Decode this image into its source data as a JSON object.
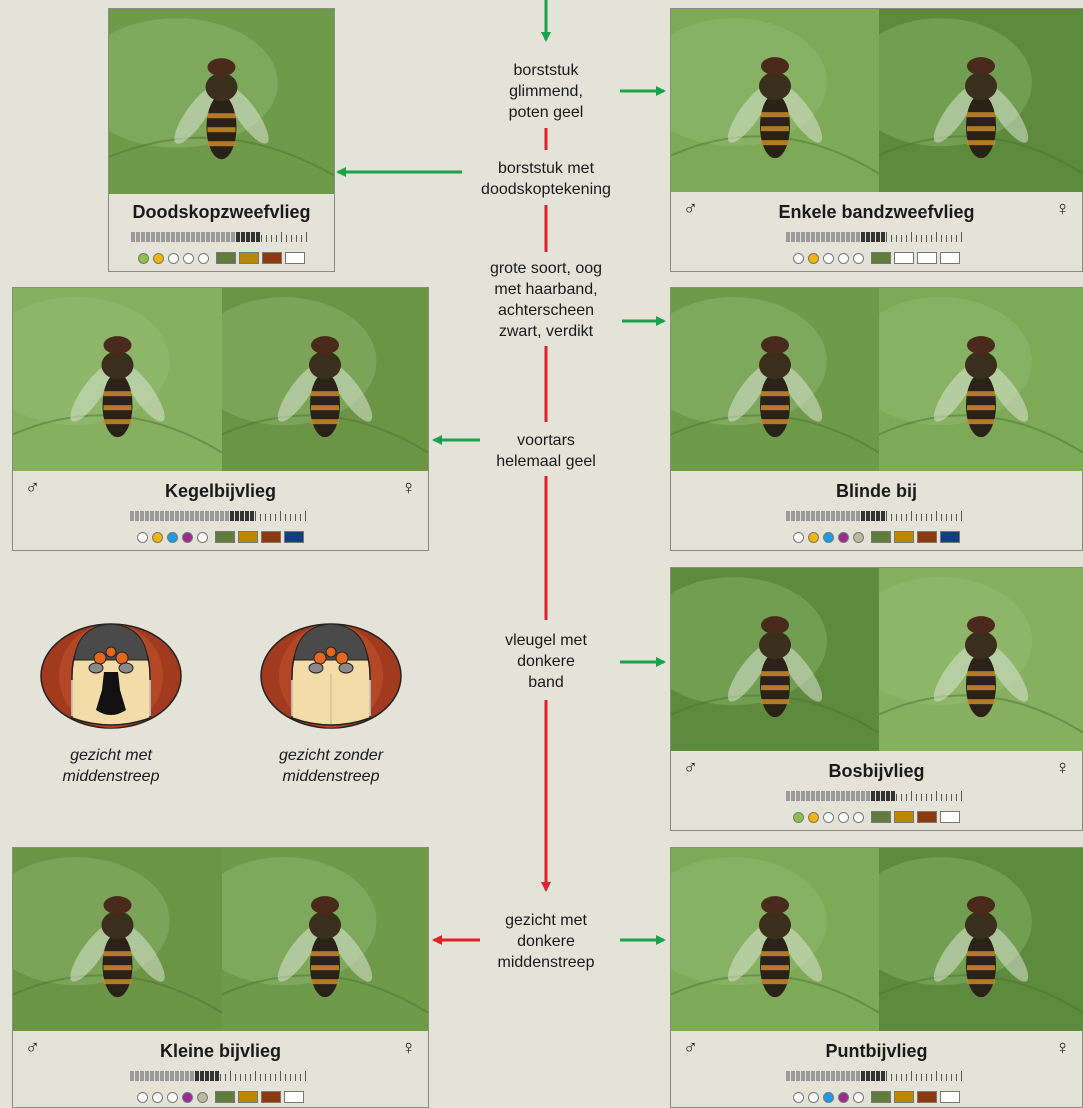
{
  "key_questions": [
    {
      "id": "q1",
      "lines": [
        "borststuk",
        "glimmend,",
        "poten geel"
      ]
    },
    {
      "id": "q2",
      "lines": [
        "borststuk met",
        "doodskoptekening"
      ]
    },
    {
      "id": "q3",
      "lines": [
        "grote soort, oog",
        "met haarband,",
        "achterscheen",
        "zwart, verdikt"
      ]
    },
    {
      "id": "q4",
      "lines": [
        "voortars",
        "helemaal geel"
      ]
    },
    {
      "id": "q5",
      "lines": [
        "vleugel met",
        "donkere",
        "band"
      ]
    },
    {
      "id": "q6",
      "lines": [
        "gezicht met",
        "donkere",
        "middenstreep"
      ]
    }
  ],
  "arrow_colors": {
    "yes": "#1aa14c",
    "no": "#e0202a"
  },
  "species": [
    {
      "id": "doodskop",
      "name": "Doodskopzweefvlieg",
      "male_symbol": "",
      "female_symbol": "",
      "dots": [
        "#8bc34a",
        "#f4b400",
        "#ffffff",
        "#ffffff",
        "#ffffff"
      ],
      "squares": [
        "#5f7e3e",
        "#b38a00",
        "#8b3a0f",
        "#ffffff"
      ],
      "scale_dark_fraction": 0.72
    },
    {
      "id": "enkele",
      "name": "Enkele bandzweefvlieg",
      "male_symbol": "♂",
      "female_symbol": "♀",
      "dots": [
        "#ffffff",
        "#f4b400",
        "#ffffff",
        "#ffffff",
        "#ffffff"
      ],
      "squares": [
        "#5f7e3e",
        "#ffffff",
        "#ffffff",
        "#ffffff"
      ],
      "scale_dark_fraction": 0.55
    },
    {
      "id": "kegel",
      "name": "Kegelbijvlieg",
      "male_symbol": "♂",
      "female_symbol": "♀",
      "dots": [
        "#ffffff",
        "#f4b400",
        "#1e9be9",
        "#9b2a8f",
        "#ffffff"
      ],
      "squares": [
        "#5f7e3e",
        "#b38a00",
        "#8b3a0f",
        "#123f7a"
      ],
      "scale_dark_fraction": 0.7
    },
    {
      "id": "blinde",
      "name": "Blinde bij",
      "male_symbol": "",
      "female_symbol": "",
      "dots": [
        "#ffffff",
        "#f4b400",
        "#1e9be9",
        "#9b2a8f",
        "#bdb999"
      ],
      "squares": [
        "#5f7e3e",
        "#b38a00",
        "#8b3a0f",
        "#123f7a"
      ],
      "scale_dark_fraction": 0.55
    },
    {
      "id": "bos",
      "name": "Bosbijvlieg",
      "male_symbol": "♂",
      "female_symbol": "♀",
      "dots": [
        "#8bc34a",
        "#f4b400",
        "#ffffff",
        "#ffffff",
        "#ffffff"
      ],
      "squares": [
        "#5f7e3e",
        "#b38a00",
        "#8b3a0f",
        "#ffffff"
      ],
      "scale_dark_fraction": 0.6
    },
    {
      "id": "kleine",
      "name": "Kleine bijvlieg",
      "male_symbol": "♂",
      "female_symbol": "♀",
      "dots": [
        "#ffffff",
        "#ffffff",
        "#ffffff",
        "#9b2a8f",
        "#bdb999"
      ],
      "squares": [
        "#5f7e3e",
        "#b38a00",
        "#8b3a0f",
        "#ffffff"
      ],
      "scale_dark_fraction": 0.5
    },
    {
      "id": "punt",
      "name": "Puntbijvlieg",
      "male_symbol": "♂",
      "female_symbol": "♀",
      "dots": [
        "#ffffff",
        "#ffffff",
        "#1e9be9",
        "#9b2a8f",
        "#ffffff"
      ],
      "squares": [
        "#5f7e3e",
        "#b38a00",
        "#8b3a0f",
        "#ffffff"
      ],
      "scale_dark_fraction": 0.55
    }
  ],
  "faces": [
    {
      "id": "face-with-stripe",
      "caption": [
        "gezicht met",
        "middenstreep"
      ]
    },
    {
      "id": "face-without-stripe",
      "caption": [
        "gezicht zonder",
        "middenstreep"
      ]
    }
  ]
}
